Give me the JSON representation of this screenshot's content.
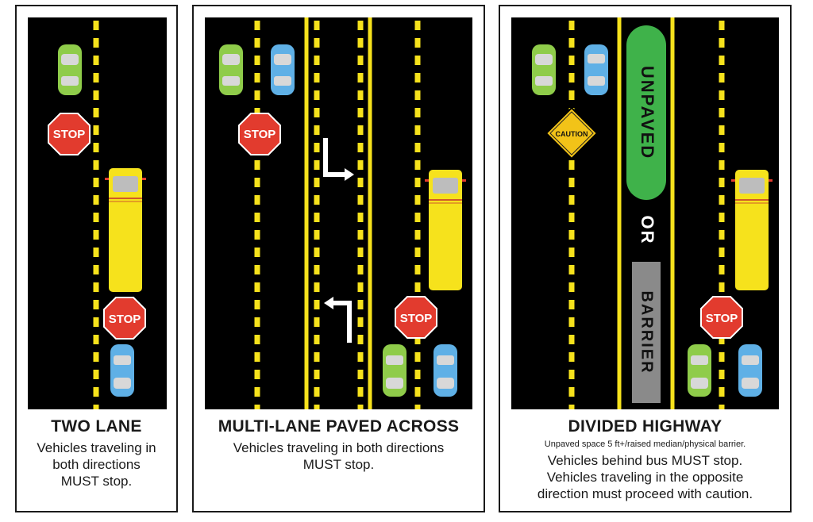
{
  "colors": {
    "road": "#000000",
    "lane_yellow": "#f6e21c",
    "stop_red": "#e23b2e",
    "green_car": "#8fcc4a",
    "blue_car": "#5fb0e6",
    "bus_yellow": "#f6e21c",
    "caution_yellow": "#f2c318",
    "median_green": "#3fb24a",
    "barrier_gray": "#8a8a8a"
  },
  "panels": [
    {
      "title": "TWO LANE",
      "description_lines": [
        "Vehicles traveling in",
        "both directions",
        "MUST stop."
      ],
      "stop_sign_label": "STOP"
    },
    {
      "title": "MULTI-LANE PAVED ACROSS",
      "description_lines": [
        "Vehicles traveling in both directions",
        "MUST stop."
      ],
      "stop_sign_label": "STOP"
    },
    {
      "title": "DIVIDED HIGHWAY",
      "note": "Unpaved space 5 ft+/raised median/physical barrier.",
      "description_lines": [
        "Vehicles behind bus MUST stop.",
        "Vehicles traveling in the opposite",
        "direction must proceed with caution."
      ],
      "stop_sign_label": "STOP",
      "caution_label": "CAUTION",
      "median_label": "UNPAVED",
      "or_label": "OR",
      "barrier_label": "BARRIER"
    }
  ]
}
